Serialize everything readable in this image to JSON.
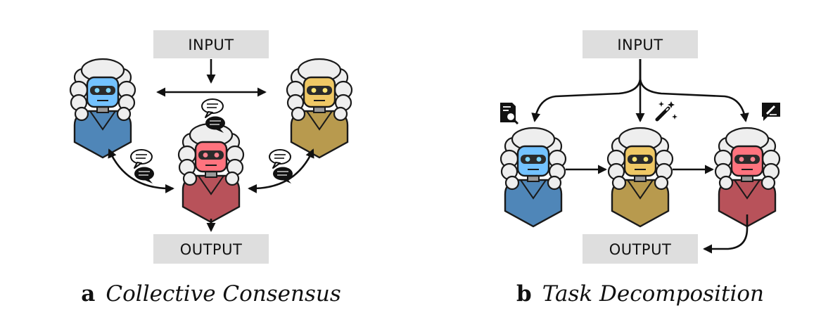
{
  "panel_a": {
    "input_label": "INPUT",
    "output_label": "OUTPUT",
    "caption_letter": "a",
    "caption_title": "Collective Consensus"
  },
  "panel_b": {
    "input_label": "INPUT",
    "output_label": "OUTPUT",
    "caption_letter": "b",
    "caption_title": "Task Decomposition"
  },
  "colors": {
    "blue": "#4f86b8",
    "gold": "#b89a4e",
    "red": "#b8525a",
    "box": "#dedede",
    "ink": "#111111"
  },
  "icons": {
    "task_1": "document-search-icon",
    "task_2": "magic-wand-icon",
    "task_3": "edit-message-icon"
  }
}
